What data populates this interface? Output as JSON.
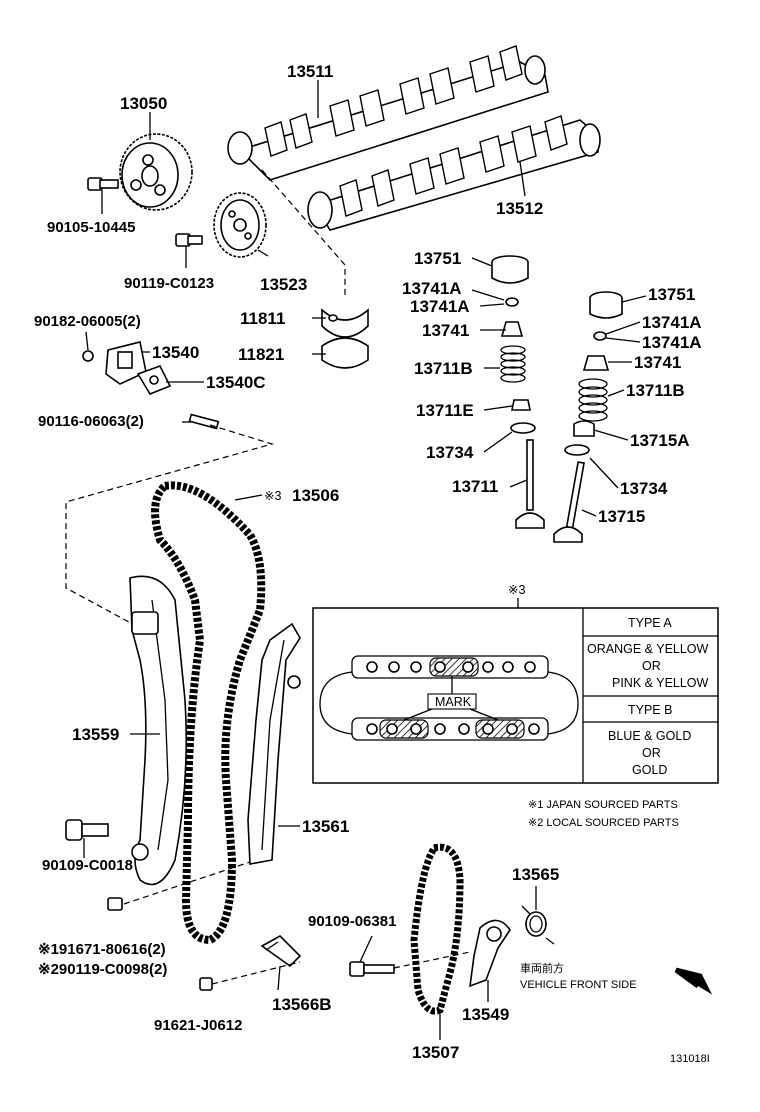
{
  "parts": {
    "p13511": "13511",
    "p13050": "13050",
    "p13512": "13512",
    "p90105": "90105-10445",
    "p90119a": "90119-C0123",
    "p13523": "13523",
    "p13751a": "13751",
    "p13741Aa": "13741A",
    "p13741Ab": "13741A",
    "p13741a": "13741",
    "p13711Ba": "13711B",
    "p13711E": "13711E",
    "p13734a": "13734",
    "p13711": "13711",
    "p13751b": "13751",
    "p13741Ac": "13741A",
    "p13741Ad": "13741A",
    "p13741b": "13741",
    "p13711Bb": "13711B",
    "p13715A": "13715A",
    "p13734b": "13734",
    "p13715": "13715",
    "p90182": "90182-06005(2)",
    "p11811": "11811",
    "p13540": "13540",
    "p11821": "11821",
    "p13540C": "13540C",
    "p90116": "90116-06063(2)",
    "p13506": "13506",
    "p13506mark": "※3",
    "p13559": "13559",
    "p13561": "13561",
    "p90109a": "90109-C0018",
    "p91671": "※191671-80616(2)",
    "p90119b": "※290119-C0098(2)",
    "p91621": "91621-J0612",
    "p13566B": "13566B",
    "p90109b": "90109-06381",
    "p13565": "13565",
    "p13549": "13549",
    "p13507": "13507"
  },
  "inset": {
    "ref_mark": "※3",
    "mark_label": "MARK",
    "type_a_header": "TYPE A",
    "type_a_line1": "ORANGE & YELLOW",
    "type_a_line2": "OR",
    "type_a_line3": "PINK & YELLOW",
    "type_b_header": "TYPE B",
    "type_b_line1": "BLUE & GOLD",
    "type_b_line2": "OR",
    "type_b_line3": "GOLD"
  },
  "notes": {
    "note1": "※1 JAPAN SOURCED PARTS",
    "note2": "※2 LOCAL SOURCED PARTS",
    "vehicle_front_jp": "車両前方",
    "vehicle_front_en": "VEHICLE FRONT SIDE",
    "diagram_id": "131018I"
  }
}
